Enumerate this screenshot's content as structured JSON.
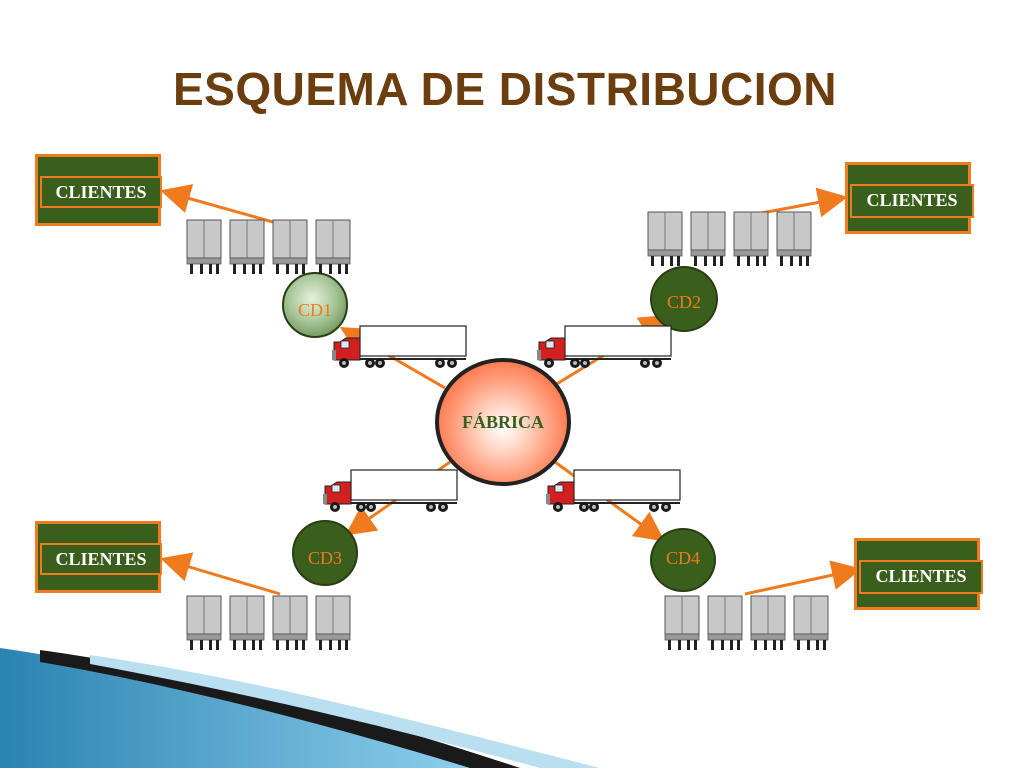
{
  "title": "ESQUEMA DE DISTRIBUCION",
  "factory": {
    "label": "FÁBRICA"
  },
  "centers": [
    {
      "id": "cd1",
      "label": "CD1"
    },
    {
      "id": "cd2",
      "label": "CD2"
    },
    {
      "id": "cd3",
      "label": "CD3"
    },
    {
      "id": "cd4",
      "label": "CD4"
    }
  ],
  "clients": [
    {
      "id": "tl",
      "label": "CLIENTES"
    },
    {
      "id": "tr",
      "label": "CLIENTES"
    },
    {
      "id": "bl",
      "label": "CLIENTES"
    },
    {
      "id": "br",
      "label": "CLIENTES"
    }
  ],
  "colors": {
    "title": "#6b3d0f",
    "box_fill": "#3a5e1c",
    "accent_orange": "#f07a1e",
    "truck_cab": "#d21f1f"
  }
}
